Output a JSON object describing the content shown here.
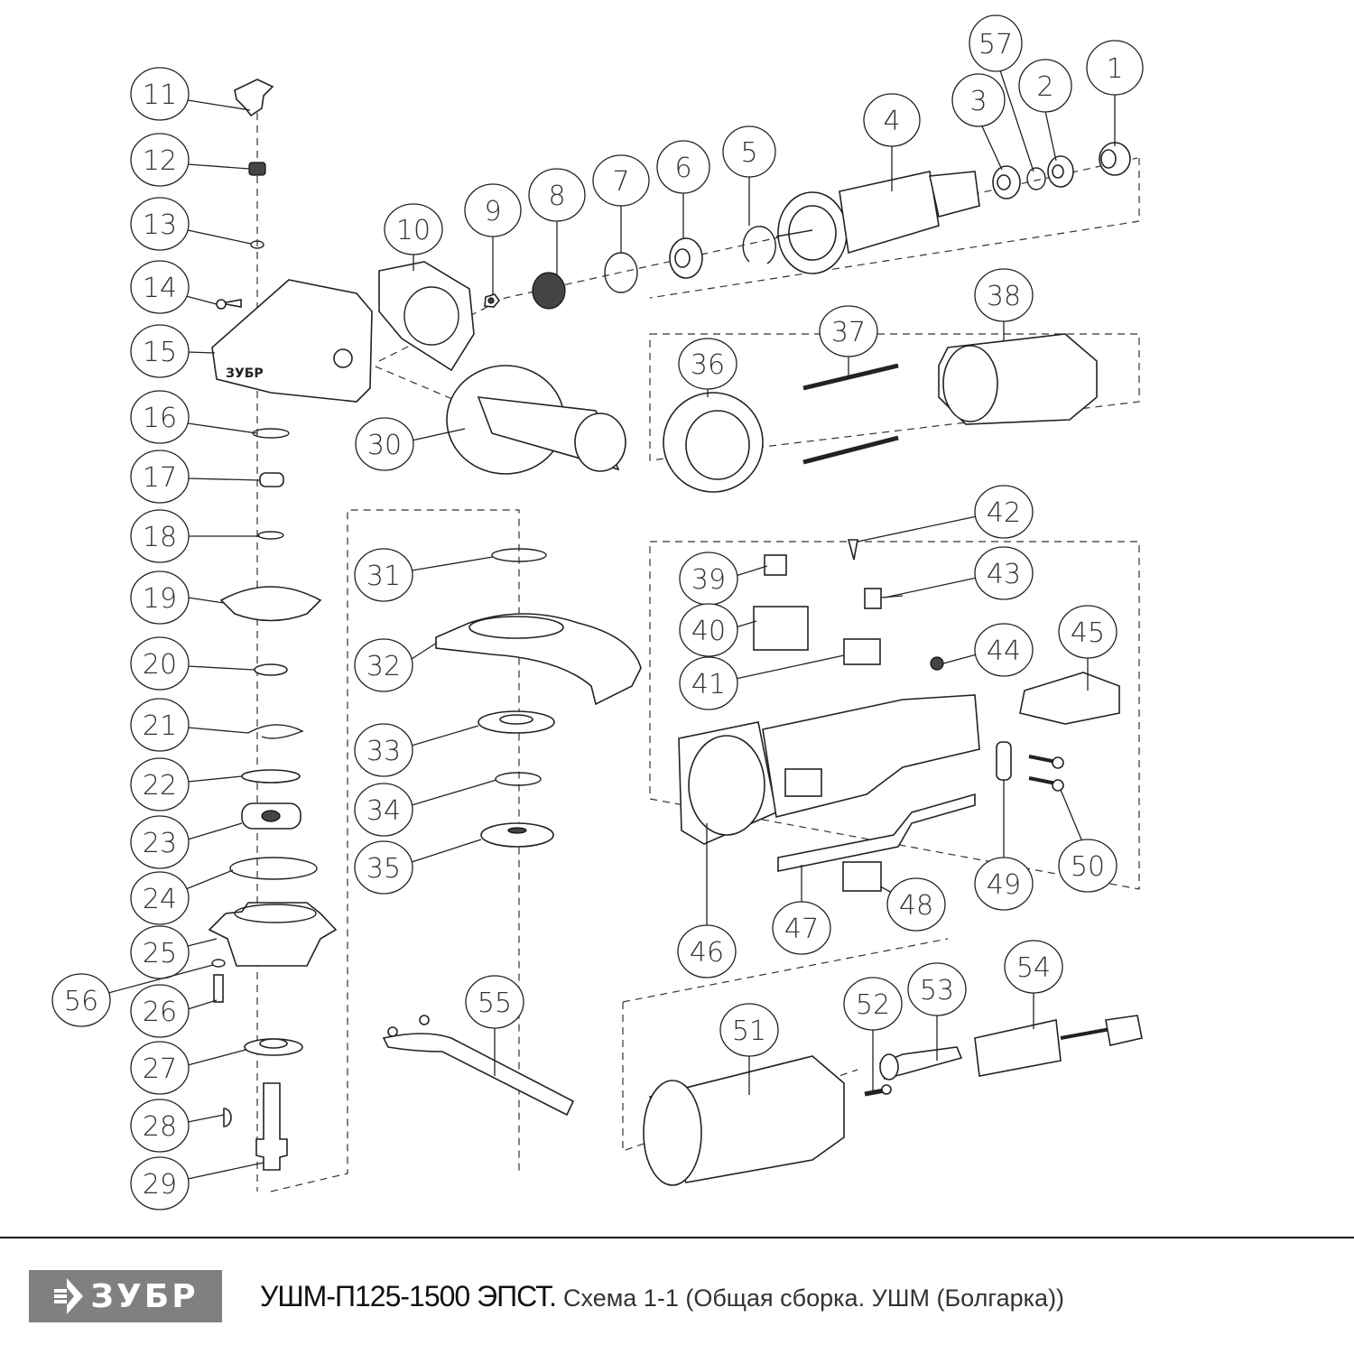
{
  "document": {
    "brand": "ЗУБР",
    "model": "УШМ-П125-1500 ЭПСТ.",
    "description": "Схема 1-1 (Общая сборка. УШМ (Болгарка))"
  },
  "diagram": {
    "type": "exploded parts diagram",
    "part_numbers": [
      "1",
      "2",
      "3",
      "4",
      "5",
      "6",
      "7",
      "8",
      "9",
      "10",
      "11",
      "12",
      "13",
      "14",
      "15",
      "16",
      "17",
      "18",
      "19",
      "20",
      "21",
      "22",
      "23",
      "24",
      "25",
      "26",
      "27",
      "28",
      "29",
      "30",
      "31",
      "32",
      "33",
      "34",
      "35",
      "36",
      "37",
      "38",
      "39",
      "40",
      "41",
      "42",
      "43",
      "44",
      "45",
      "46",
      "47",
      "48",
      "49",
      "50",
      "51",
      "52",
      "53",
      "54",
      "55",
      "56",
      "57"
    ],
    "housing_brand_mark": "ЗУБР",
    "colors": {
      "line": "#222222",
      "logo_bg": "#808080",
      "background": "#ffffff"
    }
  }
}
